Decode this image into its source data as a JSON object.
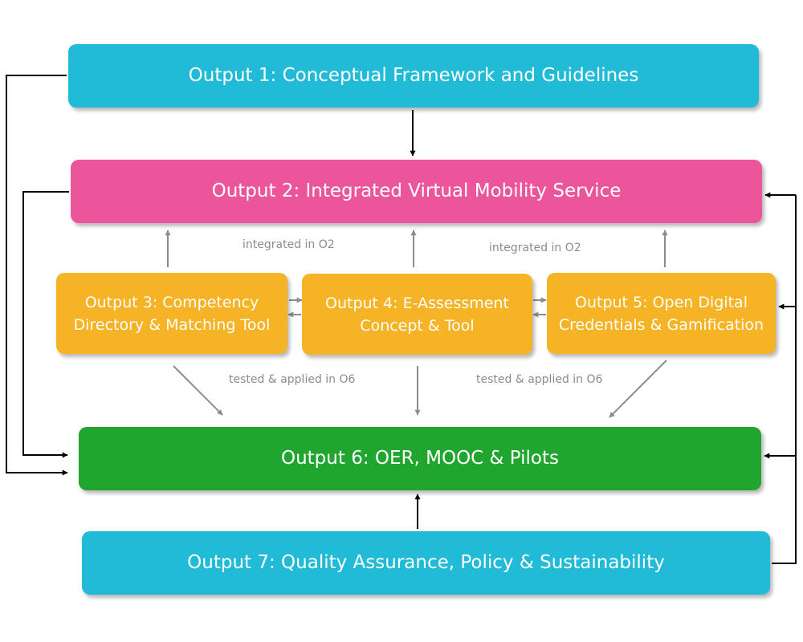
{
  "outputs": {
    "o1": "Output 1: Conceptual Framework and Guidelines",
    "o2": "Output 2: Integrated Virtual Mobility Service",
    "o3": [
      "Output 3: Competency",
      "Directory & Matching Tool"
    ],
    "o4": [
      "Output 4: E-Assessment",
      "Concept & Tool"
    ],
    "o5": [
      "Output 5: Open Digital",
      "Credentials & Gamification"
    ],
    "o6": "Output 6: OER, MOOC & Pilots",
    "o7": "Output 7: Quality Assurance, Policy & Sustainability"
  },
  "connector_labels": {
    "integrated_left": "integrated in O2",
    "integrated_right": "integrated in O2",
    "tested_left": "tested & applied in O6",
    "tested_right": "tested & applied in O6"
  },
  "colors": {
    "output_1": "#21bad7",
    "output_2": "#ec559b",
    "outputs_3_to_5": "#f6b325",
    "output_6": "#20a62e",
    "output_7": "#21bad7",
    "label_text": "#8c8c8c"
  }
}
